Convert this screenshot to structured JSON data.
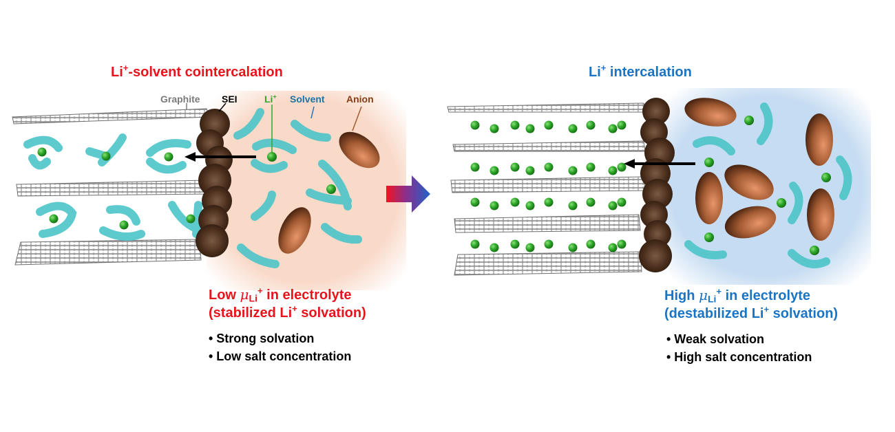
{
  "colors": {
    "red": "#e8141c",
    "blue": "#1a74c4",
    "graphite": "#7a7a7a",
    "sei": "#3a2416",
    "li": "#2ea82a",
    "solvent": "#4cc5c8",
    "anion": "#a25a32",
    "left_bg": "#f9d9c8",
    "right_bg": "#c6dcf2"
  },
  "left_panel": {
    "title_main": "Li",
    "title_sup": "+",
    "title_rest": "-solvent cointercalation",
    "labels": {
      "graphite": "Graphite",
      "sei": "SEI",
      "li": "Li",
      "li_sup": "+",
      "solvent": "Solvent",
      "anion": "Anion"
    },
    "condition_line1_pre": "Low ",
    "condition_mu": "μ",
    "condition_sub": "Li",
    "condition_sup": "+",
    "condition_line1_post": " in electrolyte",
    "condition_line2_pre": "(stabilized Li",
    "condition_line2_sup": "+",
    "condition_line2_post": " solvation)",
    "bullets": [
      "• Strong solvation",
      "• Low salt concentration"
    ]
  },
  "transition_arrow": {
    "icon": "gradient-right-arrow"
  },
  "right_panel": {
    "title_main": "Li",
    "title_sup": "+",
    "title_rest": " intercalation",
    "condition_line1_pre": "High ",
    "condition_mu": "μ",
    "condition_sub": "Li",
    "condition_sup": "+",
    "condition_line1_post": " in electrolyte",
    "condition_line2_pre": "(destabilized Li",
    "condition_line2_sup": "+",
    "condition_line2_post": " solvation)",
    "bullets": [
      "• Weak solvation",
      "• High salt concentration"
    ]
  }
}
